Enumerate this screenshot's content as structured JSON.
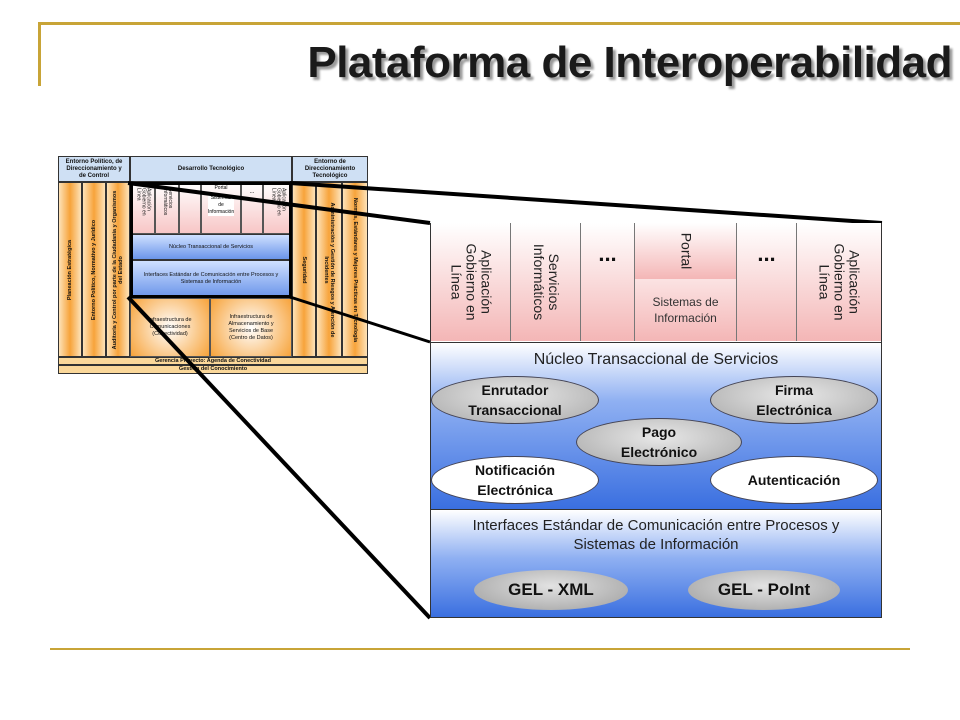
{
  "title": "Plataforma de Interoperabilidad",
  "overview": {
    "headers": {
      "left": "Entorno Político, de Direccionamiento y de Control",
      "center": "Desarrollo Tecnológico",
      "right": "Entorno de Direccionamiento Tecnológico"
    },
    "left_bars": [
      "Planeación Estratégica",
      "Entorno Político, Normativo y Jurídico",
      "Auditoría y Control por parte de la Ciudadanía y Organismos del Estado"
    ],
    "top_cells": [
      "Aplicación Gobierno en Línea",
      "Servicios Informáticos",
      "...",
      "Portal",
      "Sistemas de Información",
      "...",
      "Aplicación Gobierno en Línea"
    ],
    "nucleo": "Núcleo Transaccional de Servicios",
    "interfaces": "Interfaces Estándar de Comunicación entre Procesos y Sistemas de Información",
    "infra_left": "Infraestructura de Comunicaciones (Conectividad)",
    "infra_right": "Infraestructura de Almacenamiento y Servicios de Base (Centro de Datos)",
    "right_bars": [
      "Seguridad",
      "Administración y Gestión de Riesgos y Atención de Incidentes",
      "Normas, Estándares y Mejores Prácticas en Tecnología"
    ],
    "band_1": "Gerencia Proyecto: Agenda de Conectividad",
    "band_2": "Gestión del Conocimiento"
  },
  "detail": {
    "columns": [
      "Aplicación Gobierno en Línea",
      "Servicios Informáticos",
      "...",
      "Portal",
      "...",
      "Aplicación Gobierno en Línea"
    ],
    "sistemas": "Sistemas de Información",
    "nucleo_title": "Núcleo Transaccional de Servicios",
    "services": {
      "enrutador": "Enrutador Transaccional",
      "firma": "Firma Electrónica",
      "pago": "Pago Electrónico",
      "notificacion": "Notificación Electrónica",
      "autenticacion": "Autenticación"
    },
    "interfaces_title": "Interfaces Estándar de Comunicación entre Procesos y Sistemas de Información",
    "formats": {
      "xml": "GEL - XML",
      "point": "GEL - PoInt"
    }
  },
  "colors": {
    "gold": "#c8a437",
    "pink": "#f4b6b6",
    "blue": "#3a6fe0",
    "orange": "#f7a33a"
  }
}
